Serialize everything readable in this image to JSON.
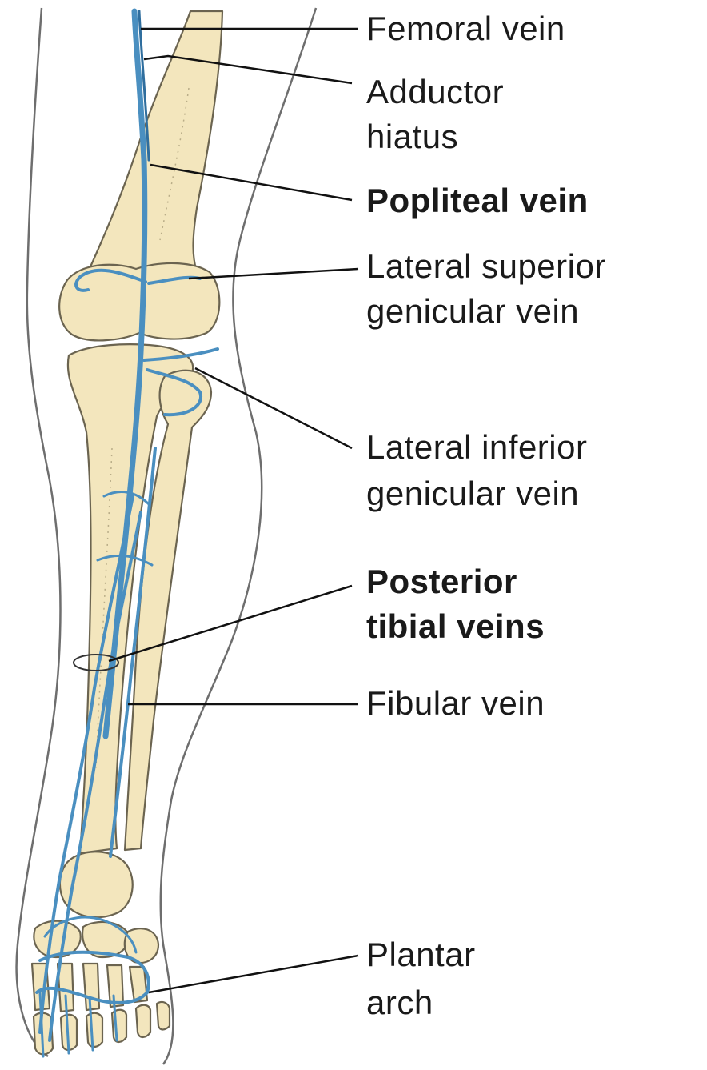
{
  "labels": {
    "femoral_vein": "Femoral vein",
    "adductor_hiatus_1": "Adductor",
    "adductor_hiatus_2": "hiatus",
    "popliteal_vein": "Popliteal vein",
    "lat_sup_1": "Lateral superior",
    "lat_sup_2": "genicular vein",
    "lat_inf_1": "Lateral inferior",
    "lat_inf_2": "genicular vein",
    "post_tibial_1": "Posterior",
    "post_tibial_2": "tibial veins",
    "fibular_vein": "Fibular vein",
    "plantar_1": "Plantar",
    "plantar_2": "arch"
  },
  "colors": {
    "vein": "#4a8fc0",
    "vein_dark": "#2f6e9e",
    "bone": "#f3e6bd",
    "bone_outline": "#6b6450",
    "skin_outline": "#6e6e6e",
    "leader": "#111111"
  }
}
